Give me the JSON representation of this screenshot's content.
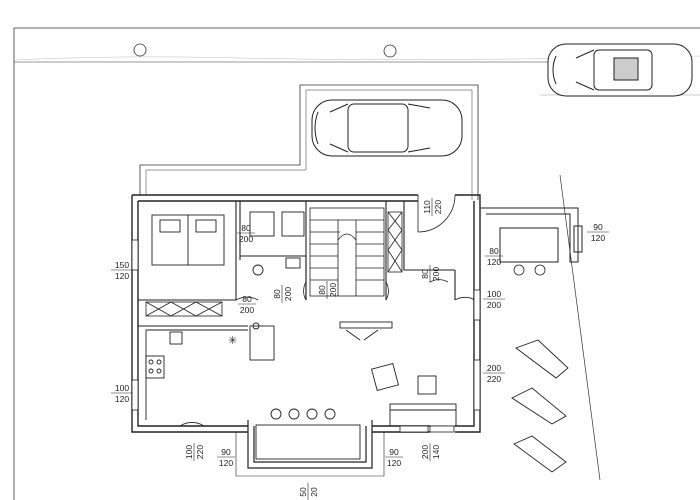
{
  "dimensions": [
    {
      "id": "dim-110-220",
      "top": "110",
      "bottom": "220"
    },
    {
      "id": "dim-90-120-top-right",
      "top": "90",
      "bottom": "120"
    },
    {
      "id": "dim-80-200-bath",
      "top": "80",
      "bottom": "200"
    },
    {
      "id": "dim-150-120-bedroom",
      "top": "150",
      "bottom": "120"
    },
    {
      "id": "dim-80-120-terrace",
      "top": "80",
      "bottom": "120"
    },
    {
      "id": "dim-80-200-stair-left",
      "top": "80",
      "bottom": "200"
    },
    {
      "id": "dim-80-200-stair-mid",
      "top": "80",
      "bottom": "200"
    },
    {
      "id": "dim-80-200-stair-right",
      "top": "80",
      "bottom": "200"
    },
    {
      "id": "dim-80-200-hall",
      "top": "80",
      "bottom": "200"
    },
    {
      "id": "dim-100-200-east",
      "top": "100",
      "bottom": "200"
    },
    {
      "id": "dim-200-220-east",
      "top": "200",
      "bottom": "220"
    },
    {
      "id": "dim-100-120-west",
      "top": "100",
      "bottom": "120"
    },
    {
      "id": "dim-100-220-south",
      "top": "100",
      "bottom": "220"
    },
    {
      "id": "dim-90-120-south-left",
      "top": "90",
      "bottom": "120"
    },
    {
      "id": "dim-90-120-south-right",
      "top": "90",
      "bottom": "120"
    },
    {
      "id": "dim-200-140-south",
      "top": "200",
      "bottom": "140"
    },
    {
      "id": "dim-50-20-bottom",
      "top": "50",
      "bottom": "20"
    }
  ]
}
